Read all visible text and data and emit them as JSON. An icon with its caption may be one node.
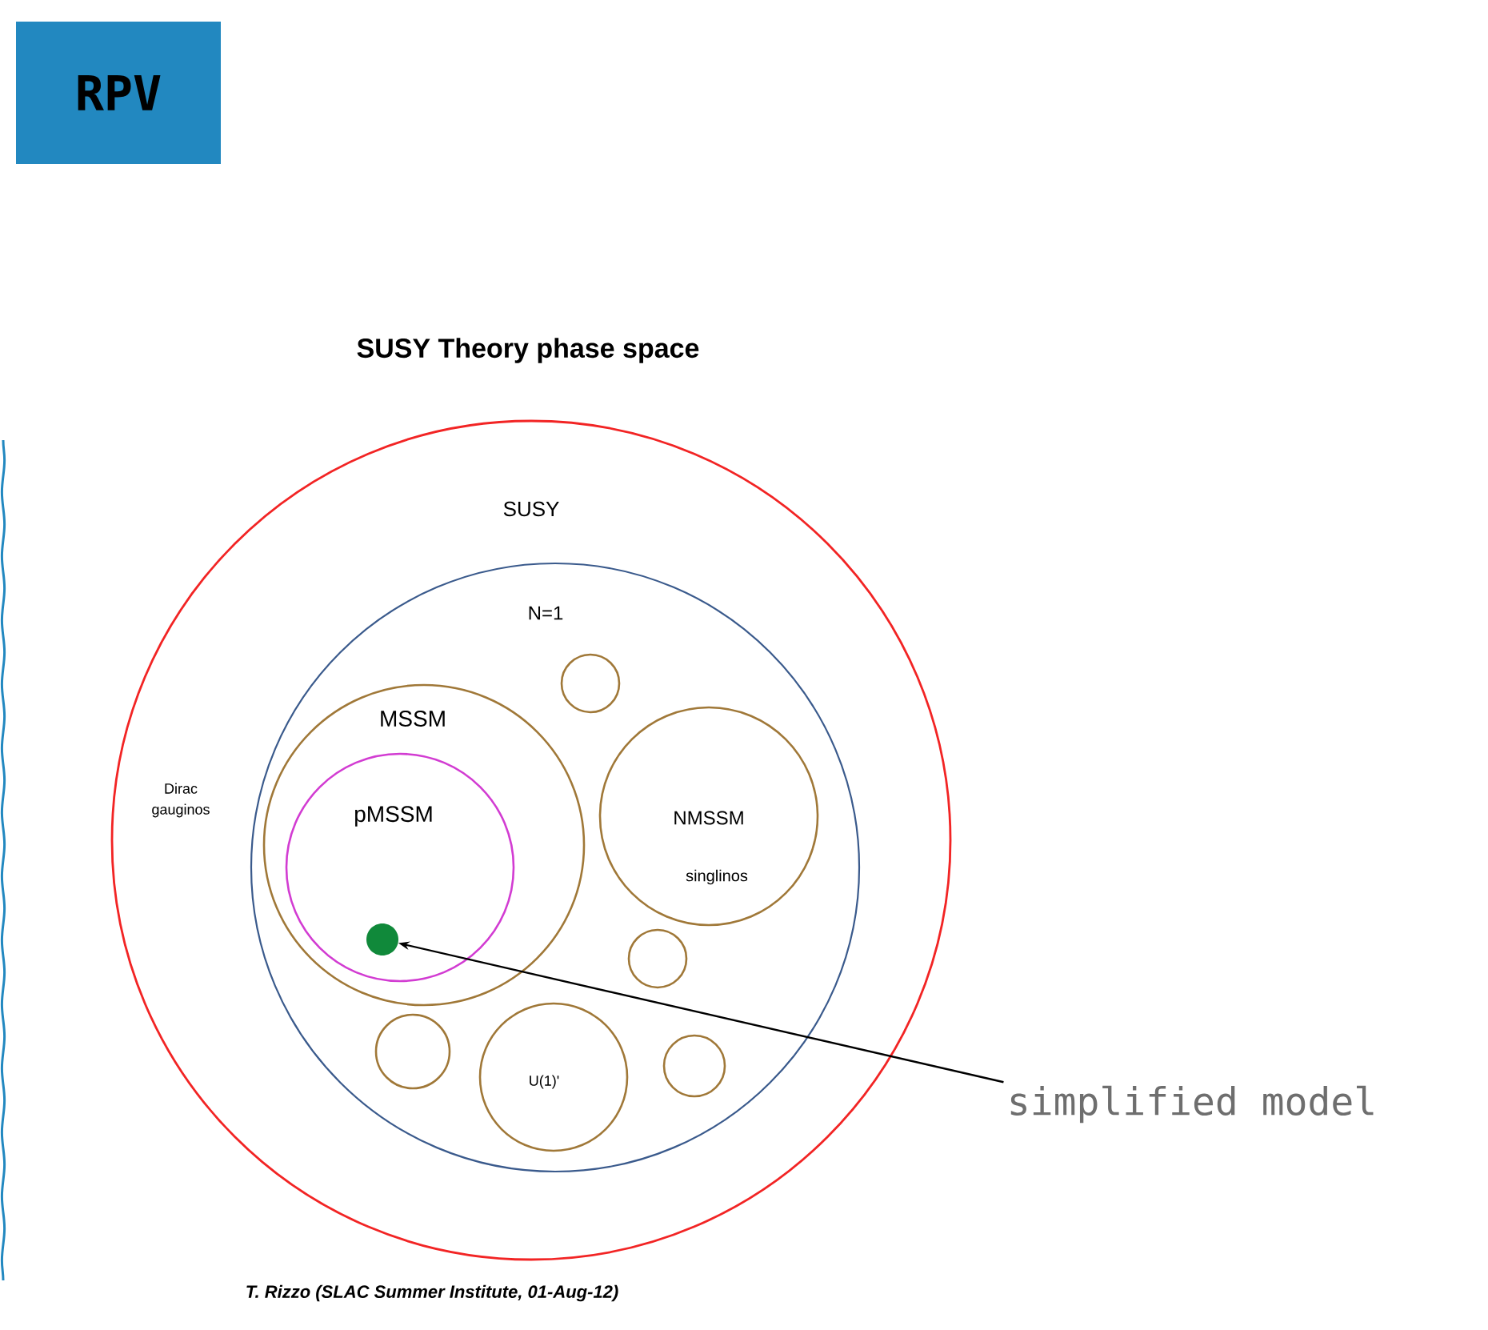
{
  "diagram": {
    "title": "SUSY Theory phase space",
    "caption": "T. Rizzo (SLAC Summer Institute, 01-Aug-12)",
    "nodes": [
      {
        "text": [
          "RPV"
        ]
      },
      {
        "text": [
          "SUSY"
        ]
      },
      {
        "text": [
          "N=1"
        ],
        "in": 1
      },
      {
        "text": [],
        "shape": "circle",
        "in": 2
      },
      {
        "text": [
          "MSSM"
        ],
        "in": 2
      },
      {
        "text": [
          "pMSSM"
        ],
        "in": 4
      },
      {
        "text": [],
        "shape": "circle",
        "in": 5
      },
      {
        "text": [
          "NMSSM",
          "singlinos"
        ],
        "in": 2
      },
      {
        "text": [],
        "shape": "circle",
        "in": 2
      },
      {
        "text": [],
        "shape": "circle",
        "in": 2
      },
      {
        "text": [
          "U(1)'"
        ],
        "in": 2
      },
      {
        "text": [],
        "shape": "circle",
        "in": 2
      },
      {
        "text": [
          "simplified model"
        ]
      }
    ],
    "edges": [
      {
        "from": 12,
        "to": 6,
        "arrow": "to"
      }
    ],
    "labels": [
      "Dirac gauginos"
    ]
  }
}
